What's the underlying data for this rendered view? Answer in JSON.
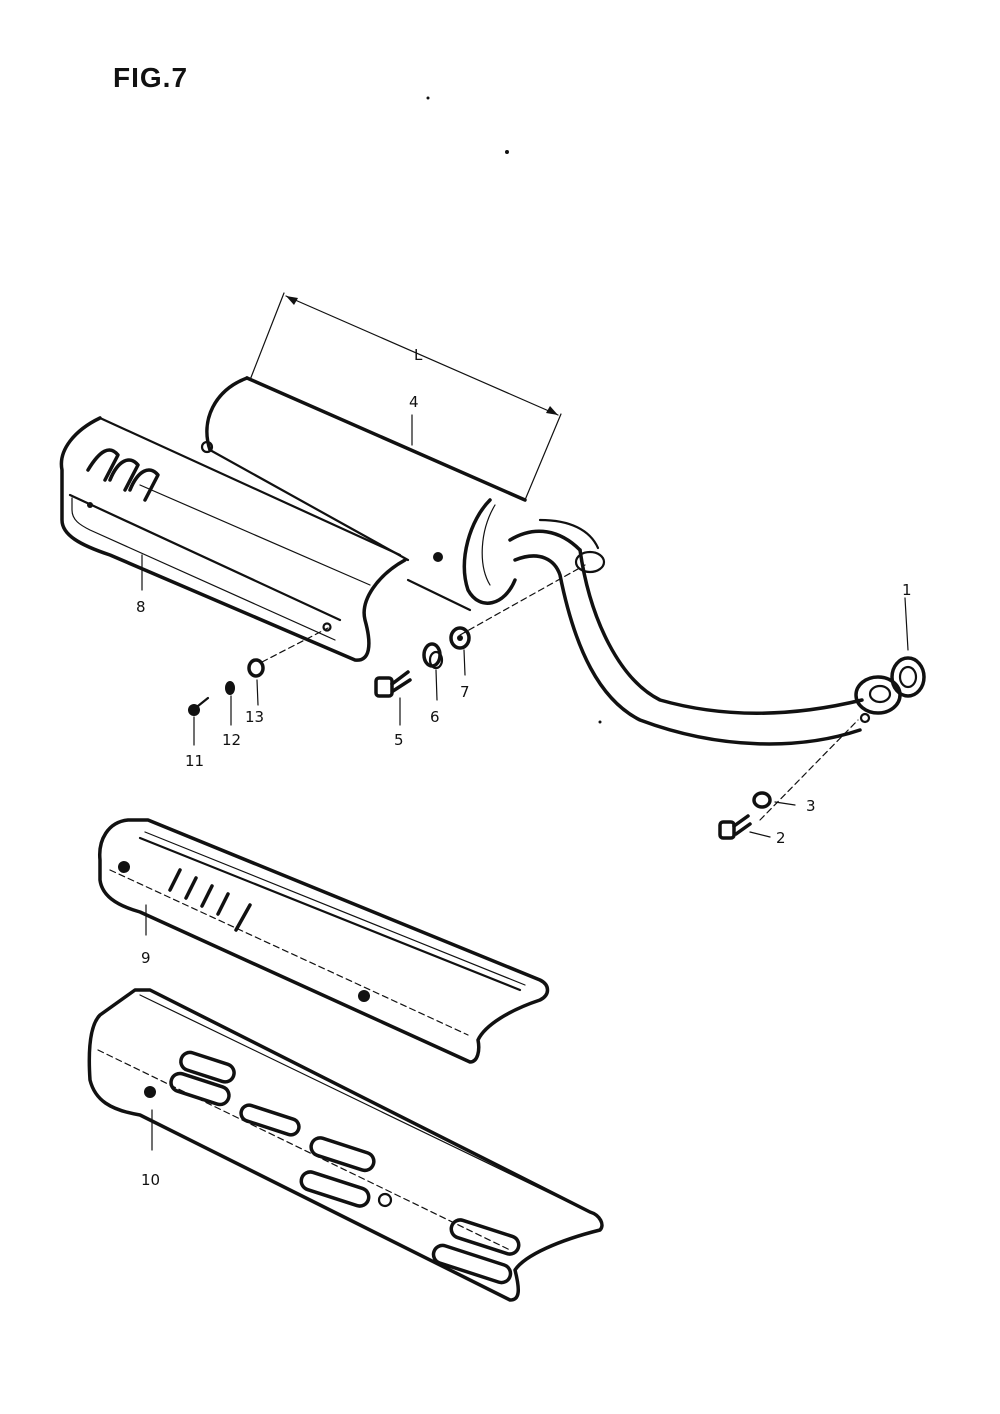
{
  "figure": {
    "title": "FIG.7",
    "dimension_label": "L"
  },
  "callouts": [
    "1",
    "2",
    "3",
    "4",
    "5",
    "6",
    "7",
    "8",
    "9",
    "10",
    "11",
    "12",
    "13"
  ]
}
